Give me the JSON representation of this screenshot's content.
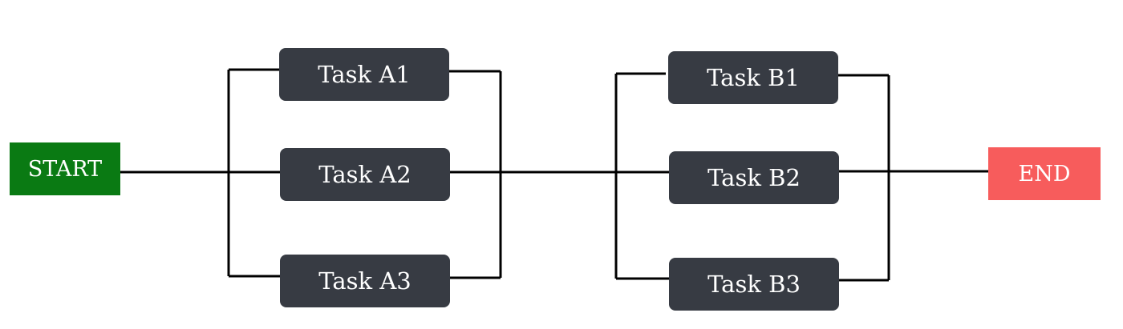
{
  "diagram": {
    "start": {
      "label": "START",
      "color": "#0a7a13"
    },
    "end": {
      "label": "END",
      "color": "#f75c5c"
    },
    "task_color": "#373b43",
    "connector_color": "#000000",
    "group_a": [
      {
        "label": "Task A1"
      },
      {
        "label": "Task A2"
      },
      {
        "label": "Task A3"
      }
    ],
    "group_b": [
      {
        "label": "Task B1"
      },
      {
        "label": "Task B2"
      },
      {
        "label": "Task B3"
      }
    ],
    "edges": [
      [
        "START",
        "Task A1"
      ],
      [
        "START",
        "Task A2"
      ],
      [
        "START",
        "Task A3"
      ],
      [
        "Task A1",
        "Task B1"
      ],
      [
        "Task A1",
        "Task B2"
      ],
      [
        "Task A1",
        "Task B3"
      ],
      [
        "Task A2",
        "Task B1"
      ],
      [
        "Task A2",
        "Task B2"
      ],
      [
        "Task A2",
        "Task B3"
      ],
      [
        "Task A3",
        "Task B1"
      ],
      [
        "Task A3",
        "Task B2"
      ],
      [
        "Task A3",
        "Task B3"
      ],
      [
        "Task B1",
        "END"
      ],
      [
        "Task B2",
        "END"
      ],
      [
        "Task B3",
        "END"
      ]
    ]
  }
}
